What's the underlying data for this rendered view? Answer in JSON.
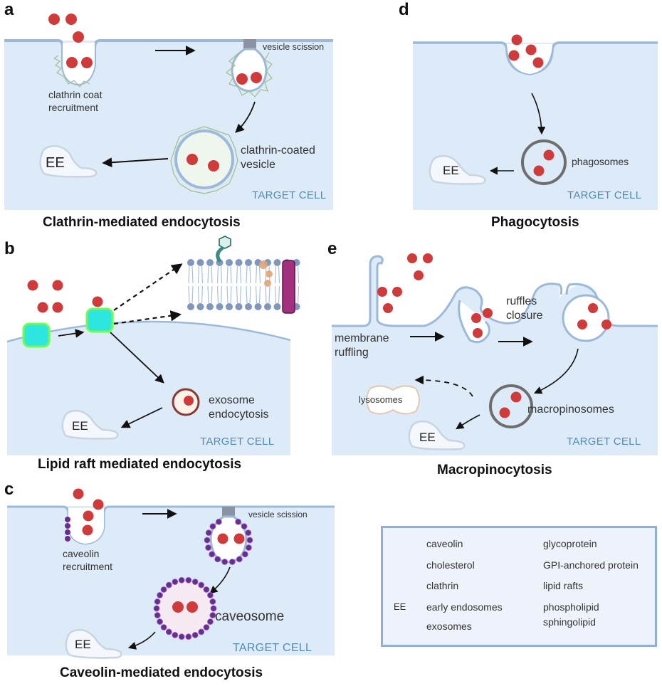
{
  "panels": {
    "a": {
      "letter": "a",
      "title": "Clathrin-mediated endocytosis",
      "labels": {
        "recruitment_line1": "clathrin coat",
        "recruitment_line2": "recruitment",
        "scission": "vesicle scission",
        "vesicle_line1": "clathrin-coated",
        "vesicle_line2": "vesicle",
        "ee": "EE",
        "target_cell": "TARGET CELL"
      }
    },
    "b": {
      "letter": "b",
      "title": "Lipid raft mediated endocytosis",
      "labels": {
        "endocytosis_line1": "exosome",
        "endocytosis_line2": "endocytosis",
        "ee": "EE",
        "target_cell": "TARGET CELL"
      }
    },
    "c": {
      "letter": "c",
      "title": "Caveolin-mediated endocytosis",
      "labels": {
        "recruitment_line1": "caveolin",
        "recruitment_line2": "recruitment",
        "scission": "vesicle scission",
        "caveosome": "caveosome",
        "ee": "EE",
        "target_cell": "TARGET CELL"
      }
    },
    "d": {
      "letter": "d",
      "title": "Phagocytosis",
      "labels": {
        "phagosomes": "phagosomes",
        "ee": "EE",
        "target_cell": "TARGET CELL"
      }
    },
    "e": {
      "letter": "e",
      "title": "Macropinocytosis",
      "labels": {
        "ruffling_line1": "membrane",
        "ruffling_line2": "ruffling",
        "closure_line1": "ruffles",
        "closure_line2": "closure",
        "lysosomes": "lysosomes",
        "macropinosomes": "macropinosomes",
        "ee": "EE",
        "target_cell": "TARGET CELL"
      }
    }
  },
  "legend": {
    "items": [
      {
        "icon": "caveolin-icon",
        "label": "caveolin"
      },
      {
        "icon": "cholesterol-icon",
        "label": "cholesterol"
      },
      {
        "icon": "clathrin-icon",
        "label": "clathrin"
      },
      {
        "icon": "early-endosome-icon",
        "icon_text": "EE",
        "label": "early endosomes"
      },
      {
        "icon": "exosome-icon",
        "label": "exosomes"
      },
      {
        "icon": "glycoprotein-icon",
        "label": "glycoprotein"
      },
      {
        "icon": "gpi-anchored-protein-icon",
        "label": "GPI-anchored protein"
      },
      {
        "icon": "lipid-raft-icon",
        "label": "lipid rafts"
      },
      {
        "icon": "phospholipid-icon",
        "label": "phospholipid"
      },
      {
        "icon": "sphingolipid-icon",
        "label": "sphingolipid"
      }
    ]
  },
  "colors": {
    "cell_fill": "#ddeaf8",
    "membrane": "#9db9d8",
    "exosome": "#d03a3a",
    "caveolin": "#6a2d8f",
    "clathrin": "#9fc08a",
    "lipid_raft": "#2ee6e0",
    "glycoprotein": "#a3307f",
    "target_cell_text": "#4f8db5"
  }
}
